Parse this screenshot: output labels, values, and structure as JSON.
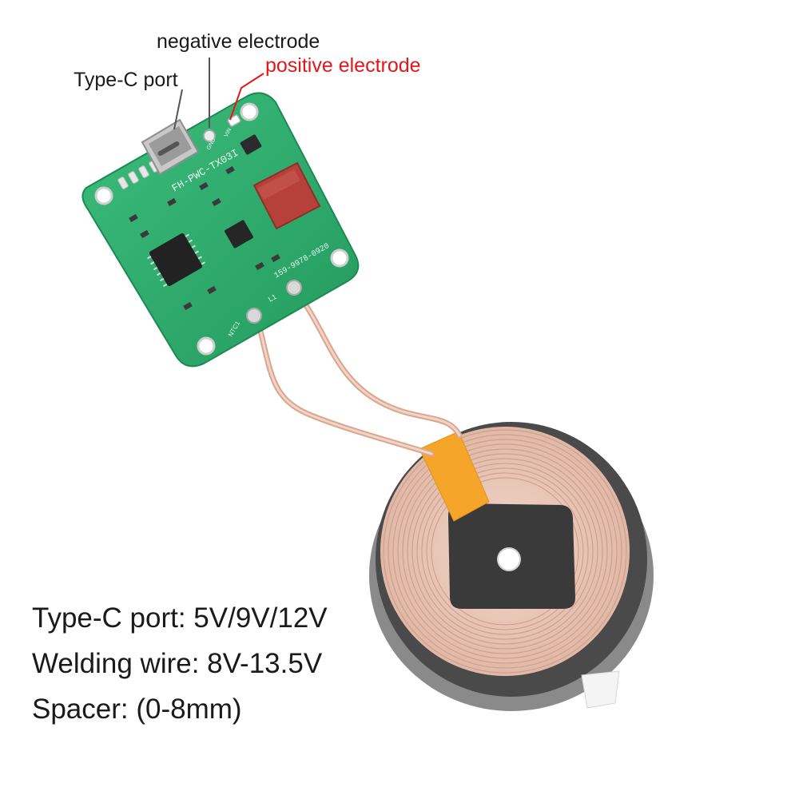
{
  "callouts": {
    "negative_electrode": "negative electrode",
    "type_c_port": "Type-C port",
    "positive_electrode": "positive electrode"
  },
  "board": {
    "silkscreen_model": "FH-PWC-TX03I",
    "silkscreen_phone": "159-9978-0920",
    "pad_gnd": "GND",
    "pad_vin": "VIN",
    "label_l1": "L1",
    "label_ntc": "NTC1"
  },
  "specs": [
    "Type-C port: 5V/9V/12V",
    "Welding wire: 8V-13.5V",
    "Spacer: (0-8mm)"
  ],
  "colors": {
    "pcb_green": "#2fae6f",
    "positive_label": "#e3161c",
    "label_text": "#1a1a1a",
    "coil_wire": "#e8c4b3",
    "tape": "#f5a62a",
    "ferrite": "#3a3a3a",
    "capacitor": "#b5413a"
  }
}
